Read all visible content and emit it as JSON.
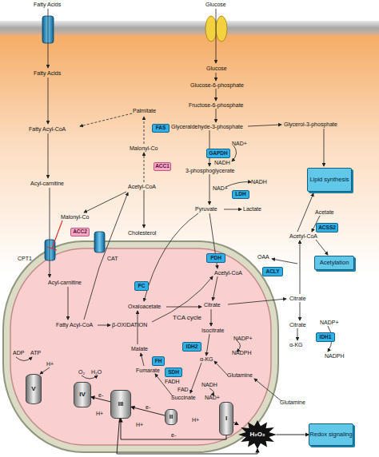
{
  "diagram": {
    "nodes": [
      {
        "text": [
          "FAS"
        ]
      },
      {
        "text": [
          "ACC1"
        ]
      },
      {
        "text": [
          "ACC2"
        ]
      },
      {
        "text": [
          "GAPDH"
        ]
      },
      {
        "text": [
          "LDH"
        ]
      },
      {
        "text": [
          "Lipid synthesis"
        ]
      },
      {
        "text": [
          "PDH"
        ]
      },
      {
        "text": [
          "ACSS2"
        ]
      },
      {
        "text": [
          "Acetylation"
        ]
      },
      {
        "text": [
          "PC"
        ]
      },
      {
        "text": [
          "ACLY"
        ]
      },
      {
        "text": [
          "IDH2"
        ]
      },
      {
        "text": [
          "IDH1"
        ]
      },
      {
        "text": [
          "FH"
        ]
      },
      {
        "text": [
          "SDH"
        ]
      },
      {
        "text": [
          "V"
        ]
      },
      {
        "text": [
          "IV"
        ]
      },
      {
        "text": [
          "III"
        ]
      },
      {
        "text": [
          "II"
        ]
      },
      {
        "text": [
          "I"
        ]
      },
      {
        "text": [
          "H₂O₂"
        ]
      },
      {
        "text": [
          "Redox signaling"
        ]
      }
    ],
    "edges": [
      {
        "from": 19,
        "to": 17,
        "arrow": "to",
        "label": "e-"
      },
      {
        "from": 18,
        "to": 17,
        "arrow": "to",
        "label": "e-"
      },
      {
        "from": 17,
        "to": 16,
        "arrow": "to",
        "label": "e-"
      },
      {
        "from": 19,
        "to": 20,
        "arrow": "to"
      },
      {
        "from": 17,
        "to": 20,
        "arrow": "to"
      },
      {
        "from": 20,
        "to": 21,
        "arrow": "to"
      }
    ],
    "labels": [
      "Fatty Acids",
      "Glucose",
      "Fatty Acids",
      "Fatty Acyl-CoA",
      "Acyl-carnitine",
      "Palmitate",
      "Malonyl-Co",
      "Acetyl-CoA",
      "Cholesterol",
      "Malonyl-Co",
      "CPT1",
      "CAT",
      "Acyl-carnitine",
      "Fatty Acyl-CoA",
      "β-OXIDATION",
      "Glucose",
      "Glucose-6-phosphate",
      "Fructose-6-phosphate",
      "Glyceraldehyde-3-phosphate",
      "Glycerol-3-phosphate",
      "NAD+",
      "NADH",
      "3-phosphoglycerate",
      "NAD+",
      "NADH",
      "Pyruvate",
      "Lactate",
      "Acetate",
      "Acetyl-CoA",
      "OAA",
      "Citrate",
      "Citrate",
      "NADP+",
      "α-KG",
      "NADPH",
      "Acetyl-CoA",
      "Oxaloacetate",
      "Citrate",
      "TCA cycle",
      "Isocitrate",
      "NADP+",
      "NADPH",
      "α-KG",
      "Malate",
      "Fumarate",
      "FADH",
      "FAD",
      "Succinate",
      "NADH",
      "NAD+",
      "Glutamine",
      "Glutamine",
      "ADP",
      "ATP",
      "H+",
      "O₂",
      "H₂O",
      "H+",
      "H+",
      "H+"
    ]
  }
}
